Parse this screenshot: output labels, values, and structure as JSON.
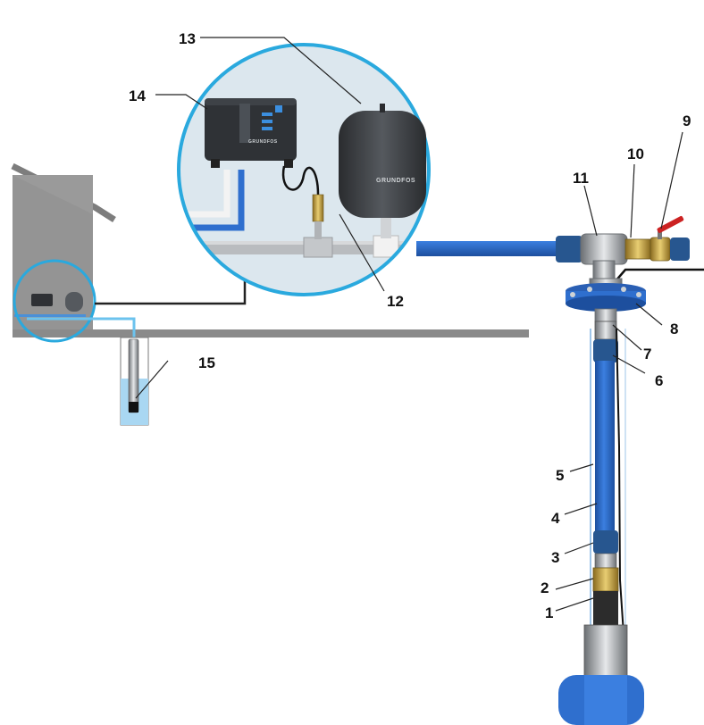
{
  "labels": {
    "l1": "1",
    "l2": "2",
    "l3": "3",
    "l4": "4",
    "l5": "5",
    "l6": "6",
    "l7": "7",
    "l8": "8",
    "l9": "9",
    "l10": "10",
    "l11": "11",
    "l12": "12",
    "l13": "13",
    "l14": "14",
    "l15": "15"
  },
  "brand": {
    "tank": "GRUNDFOS",
    "controller": "GRUNDFOS"
  },
  "colors": {
    "pipe_blue": "#2f6fce",
    "pipe_blue_dark": "#1d4f9e",
    "circle_outline": "#2aa9de",
    "zoom_fill": "#dde8ee",
    "house": "#8c8c8c",
    "water": "#a9d7f2",
    "tank": "#3c3f43",
    "valve_red": "#cc2222",
    "brass": "#c9a43a"
  }
}
